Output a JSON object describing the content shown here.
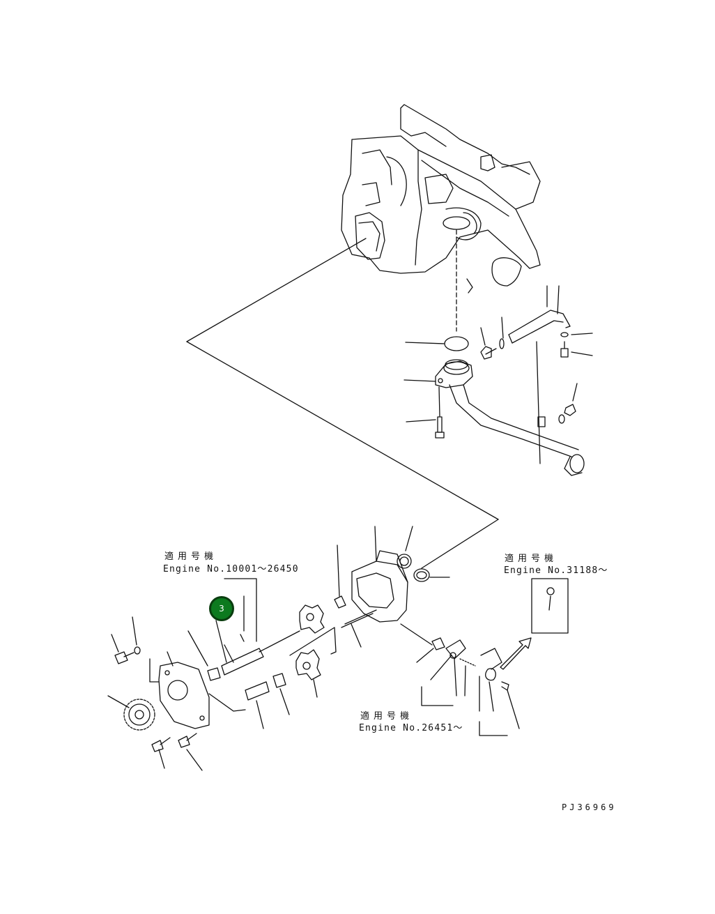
{
  "annotations": [
    {
      "id": "a1",
      "jp": "適用号機",
      "en": "Engine No.10001～26450"
    },
    {
      "id": "a2",
      "jp": "適用号機",
      "en": "Engine No.31188～"
    },
    {
      "id": "a3",
      "jp": "適用号機",
      "en": "Engine No.26451～"
    }
  ],
  "callout": {
    "number": "3",
    "color": "#0d7a1f"
  },
  "drawing_code": "PJ36969"
}
